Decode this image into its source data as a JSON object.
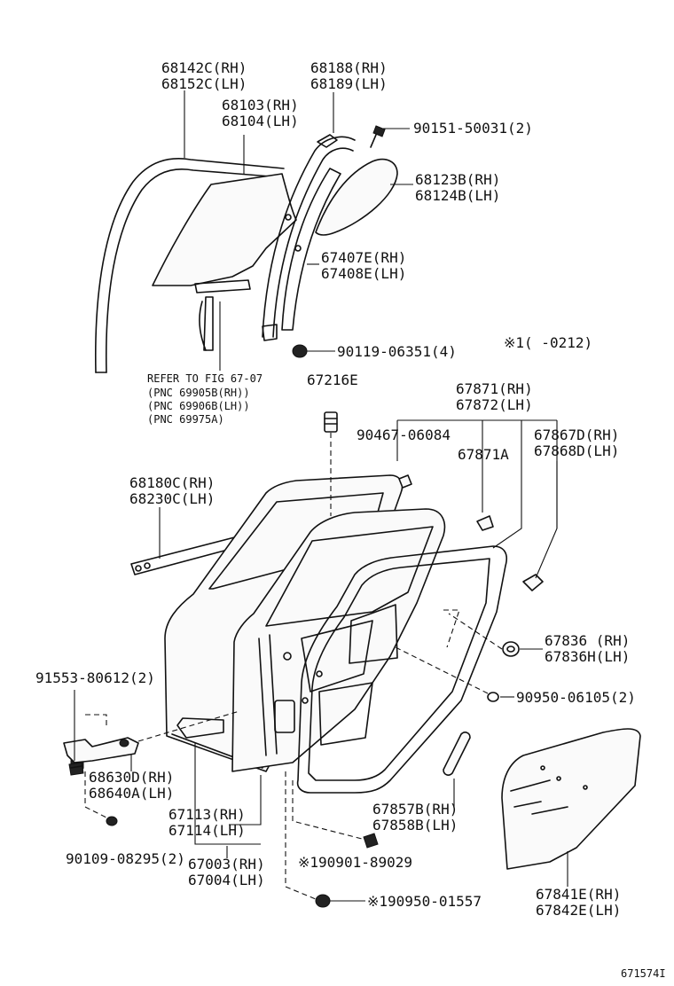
{
  "callouts": {
    "glass_run_front": [
      "68142C(RH)",
      "68152C(LH)"
    ],
    "glass_run_rear": [
      "68188(RH)",
      "68189(LH)"
    ],
    "door_glass": [
      "68103(RH)",
      "68104(LH)"
    ],
    "screw_top": "90151-50031(2)",
    "quarter_glass": [
      "68123B(RH)",
      "68124B(LH)"
    ],
    "division_bar": [
      "67407E(RH)",
      "67408E(LH)"
    ],
    "bolt_division": "90119-06351(4)",
    "note": "※1(       -0212)",
    "refer": {
      "line1": "REFER TO FIG  67-07",
      "line2": "(PNC 69905B(RH))",
      "line3": "(PNC 69906B(LH))",
      "line4": "(PNC 69975A)"
    },
    "clip_67216": "67216E",
    "weatherstrip": [
      "67871(RH)",
      "67872(LH)"
    ],
    "clip_90467": "90467-06084",
    "clip_67871a": "67871A",
    "seal_67867": [
      "67867D(RH)",
      "67868D(LH)"
    ],
    "belt_molding": [
      "68180C(RH)",
      "68230C(LH)"
    ],
    "bolt_91553": "91553-80612(2)",
    "plug_67836": [
      "67836 (RH)",
      "67836H(LH)"
    ],
    "plug_90950": "90950-06105(2)",
    "hinge": [
      "68630D(RH)",
      "68640A(LH)"
    ],
    "cover_67857": [
      "67857B(RH)",
      "67858B(LH)"
    ],
    "panel_67113": [
      "67113(RH)",
      "67114(LH)"
    ],
    "bolt_90109": "90109-08295(2)",
    "door_67003": [
      "67003(RH)",
      "67004(LH)"
    ],
    "clip_90901": "※190901-89029",
    "board_67841": [
      "67841E(RH)",
      "67842E(LH)"
    ],
    "clip_90950_01557": "※190950-01557"
  },
  "figure_id": "671574I"
}
